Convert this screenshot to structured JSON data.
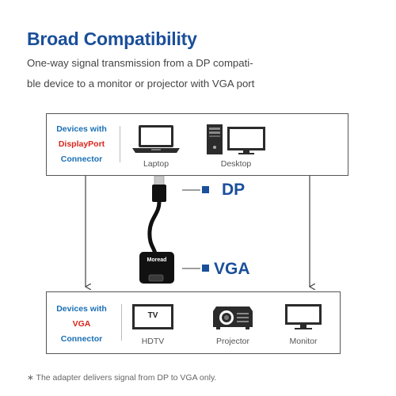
{
  "header": {
    "title": "Broad Compatibility",
    "subtitle_line1": "One-way signal transmission from a DP compati-",
    "subtitle_line2": "ble device to a monitor or projector with VGA port"
  },
  "source_box": {
    "label_line1": "Devices with",
    "label_line2": "DisplayPort",
    "label_line3": "Connector",
    "devices": [
      {
        "name": "Laptop",
        "icon": "laptop-icon"
      },
      {
        "name": "Desktop",
        "icon": "desktop-computer-icon"
      }
    ]
  },
  "adapter": {
    "brand": "Moread",
    "top_label": "DP",
    "bottom_label": "VGA"
  },
  "target_box": {
    "label_line1": "Devices with",
    "label_line2": "VGA",
    "label_line3": "Connector",
    "devices": [
      {
        "name": "HDTV",
        "icon": "tv-icon",
        "screen_text": "TV"
      },
      {
        "name": "Projector",
        "icon": "projector-icon"
      },
      {
        "name": "Monitor",
        "icon": "monitor-icon"
      }
    ]
  },
  "footnote": "∗ The adapter delivers signal from DP to VGA only.",
  "colors": {
    "title": "#1a4f9a",
    "label_blue": "#1a6fb5",
    "label_red": "#d9261c"
  }
}
